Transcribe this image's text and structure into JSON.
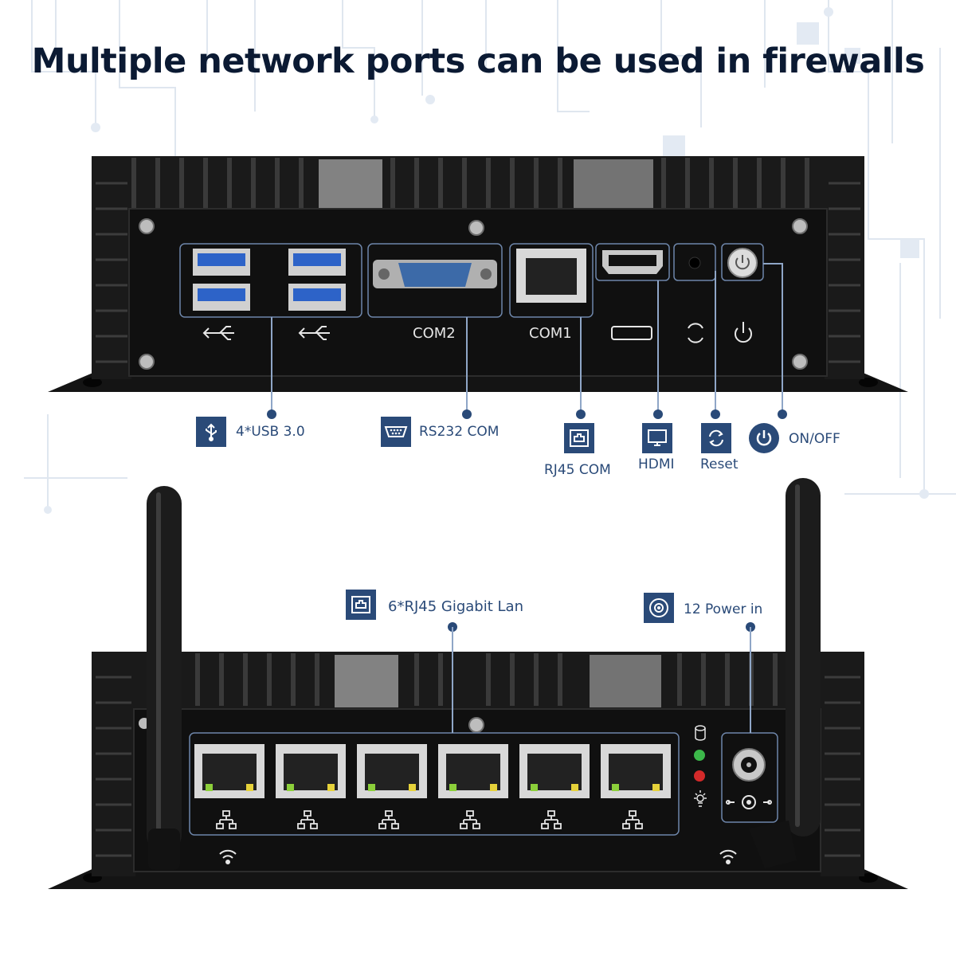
{
  "title": "Multiple network ports can be used in firewalls",
  "colors": {
    "accent": "#2a4a78",
    "title": "#0b1a33",
    "chassis": "#121212"
  },
  "front_panel": {
    "com2_label": "COM2",
    "com1_label": "COM1",
    "callouts": {
      "usb": "4*USB 3.0",
      "rs232": "RS232 COM",
      "rj45com": "RJ45 COM",
      "hdmi": "HDMI",
      "reset": "Reset",
      "onoff": "ON/OFF"
    },
    "icons": [
      "usb-icon",
      "serial-port-icon",
      "ethernet-port-icon",
      "monitor-icon",
      "refresh-icon",
      "power-icon"
    ]
  },
  "rear_panel": {
    "callouts": {
      "lan": "6*RJ45 Gigabit Lan",
      "power": "12 Power in"
    },
    "lan_port_count": 6,
    "icons": [
      "ethernet-port-icon",
      "dc-jack-icon",
      "network-icon",
      "wifi-icon",
      "storage-icon",
      "power-led-icon"
    ]
  }
}
